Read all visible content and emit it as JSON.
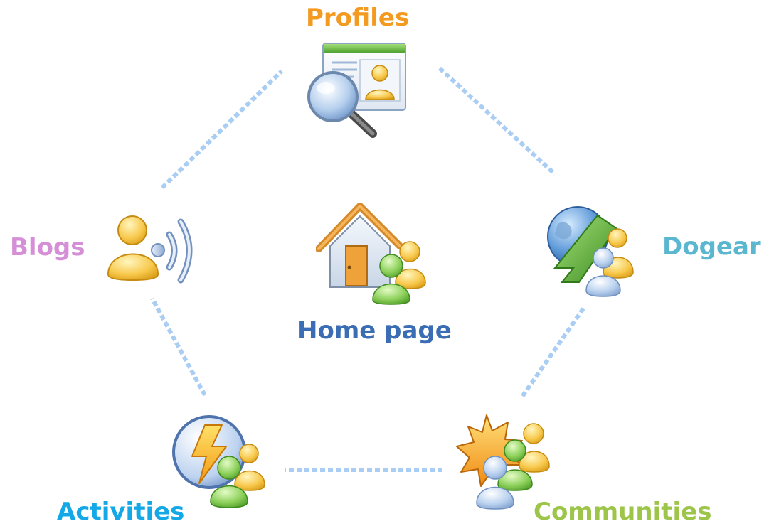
{
  "nodes": {
    "profiles": {
      "label": "Profiles",
      "color": "#f39a21",
      "icon": "profile-card-magnifier-icon"
    },
    "dogear": {
      "label": "Dogear",
      "color": "#5bb7cf",
      "icon": "globe-ribbon-people-icon"
    },
    "communities": {
      "label": "Communities",
      "color": "#9dc54a",
      "icon": "starburst-group-icon"
    },
    "activities": {
      "label": "Activities",
      "color": "#15a8e6",
      "icon": "lightning-group-icon"
    },
    "blogs": {
      "label": "Blogs",
      "color": "#d58fd6",
      "icon": "person-broadcast-icon"
    },
    "home": {
      "label": "Home page",
      "color": "#3b6db5",
      "icon": "house-people-icon"
    }
  },
  "connector_color": "#a9cdf3"
}
